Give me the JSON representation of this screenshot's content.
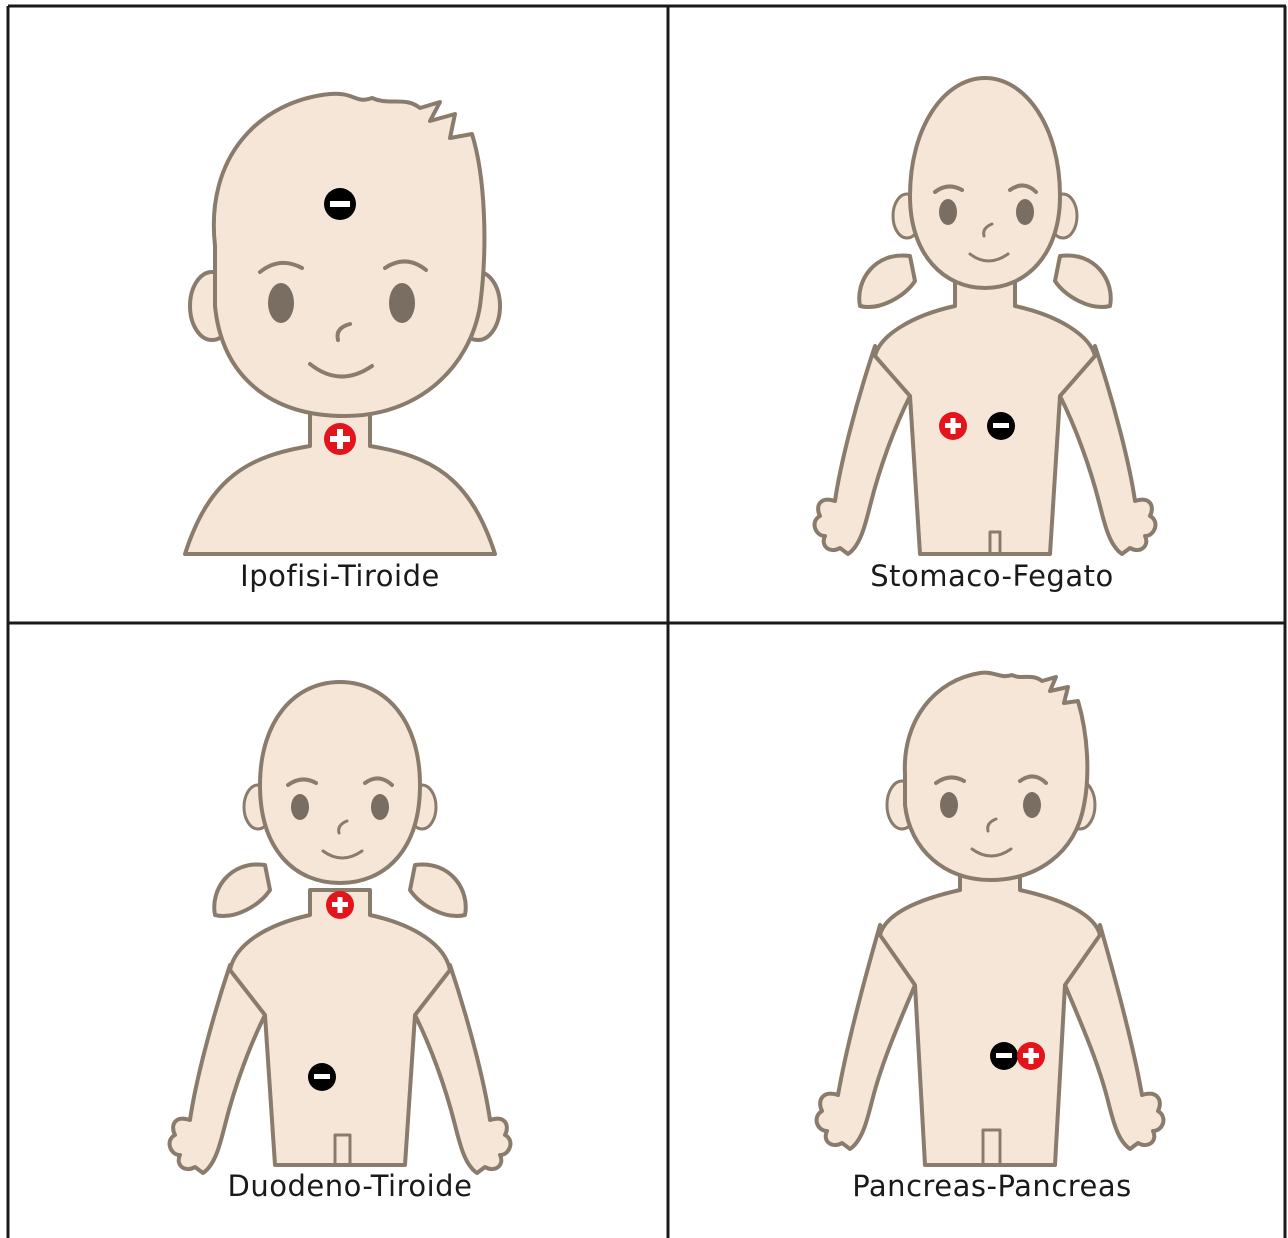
{
  "colors": {
    "skin": "#f5e6d8",
    "outline": "#8a7c6c",
    "positive": "#e3141b",
    "negative": "#000000",
    "grid_lines": "#1a1a1a"
  },
  "panels": [
    {
      "label": "Ipofisi-Tiroide",
      "figure": "boy-head-shoulders",
      "markers": [
        {
          "sign": "negative",
          "location": "forehead"
        },
        {
          "sign": "positive",
          "location": "throat"
        }
      ]
    },
    {
      "label": "Stomaco-Fegato",
      "figure": "girl-upper-body",
      "markers": [
        {
          "sign": "positive",
          "location": "upper abdomen left"
        },
        {
          "sign": "negative",
          "location": "upper abdomen right"
        }
      ]
    },
    {
      "label": "Duodeno-Tiroide",
      "figure": "girl-upper-body",
      "markers": [
        {
          "sign": "positive",
          "location": "throat"
        },
        {
          "sign": "negative",
          "location": "lower abdomen"
        }
      ]
    },
    {
      "label": "Pancreas-Pancreas",
      "figure": "boy-upper-body",
      "markers": [
        {
          "sign": "negative",
          "location": "mid abdomen"
        },
        {
          "sign": "positive",
          "location": "mid abdomen"
        }
      ]
    }
  ]
}
